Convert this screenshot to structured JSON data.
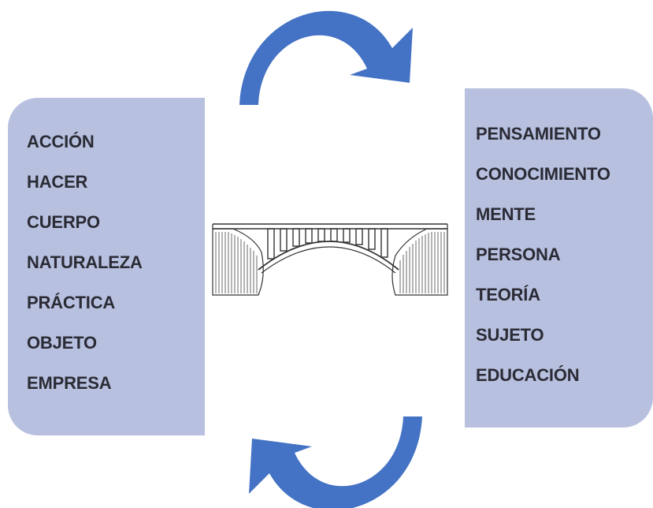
{
  "left_panel": {
    "items": [
      "ACCIÓN",
      "HACER",
      "CUERPO",
      "NATURALEZA",
      "PRÁCTICA",
      "OBJETO",
      "EMPRESA"
    ]
  },
  "right_panel": {
    "items": [
      "PENSAMIENTO",
      "CONOCIMIENTO",
      "MENTE",
      "PERSONA",
      "TEORÍA",
      "SUJETO",
      "EDUCACIÓN"
    ]
  },
  "colors": {
    "panel": "#b7c0df",
    "arrow": "#4472c4",
    "text": "#2b2b35"
  },
  "icons": {
    "center": "bridge-icon",
    "top_arrow": "curved-arrow-right-icon",
    "bottom_arrow": "curved-arrow-left-icon"
  }
}
